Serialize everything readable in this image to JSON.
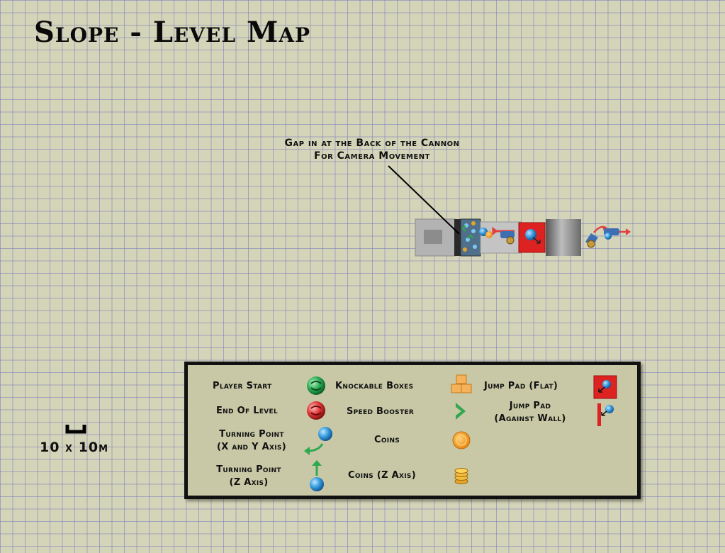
{
  "title": "Slope - Level Map",
  "annotation": {
    "line1": "Gap in at the Back of the Cannon",
    "line2": "For Camera Movement"
  },
  "scale": {
    "label": "10 x 10m"
  },
  "legend": {
    "player_start": "Player Start",
    "end_of_level": "End Of Level",
    "turning_point_xy_line1": "Turning Point",
    "turning_point_xy_line2": "(X and Y Axis)",
    "turning_point_z_line1": "Turning Point",
    "turning_point_z_line2": "(Z Axis)",
    "knockable_boxes": "Knockable Boxes",
    "speed_booster": "Speed Booster",
    "coins": "Coins",
    "coins_z": "Coins (Z Axis)",
    "jump_pad_flat": "Jump Pad (Flat)",
    "jump_pad_wall_line1": "Jump Pad",
    "jump_pad_wall_line2": "(Against Wall)"
  },
  "colors": {
    "background": "#d4d4b8",
    "grid": "#7878be",
    "legend_bg": "#c8c8a6",
    "platform": "#b3b3b3",
    "jump_pad": "#dd2222",
    "cannon": "#3f6fb3",
    "arrow": "#e04040",
    "speed_booster": "#2fa84f",
    "coin": "#f39a1e"
  },
  "icons": [
    "green-orb-icon",
    "red-orb-icon",
    "blue-orb-icon",
    "box-stack-icon",
    "chevron-right-icon",
    "coin-icon",
    "coin-stack-icon",
    "jump-pad-icon",
    "wall-jump-pad-icon",
    "cannon-icon"
  ]
}
